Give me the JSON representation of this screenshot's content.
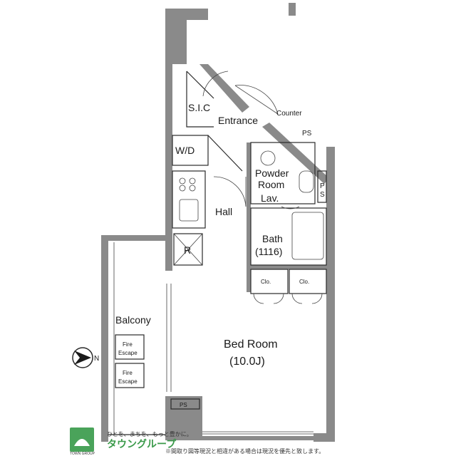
{
  "rooms": {
    "sic": "S.I.C",
    "entrance": "Entrance",
    "counter": "Counter",
    "ps_top": "PS",
    "wd": "W/D",
    "powder_room_1": "Powder",
    "powder_room_2": "Room",
    "lav": "Lav.",
    "ps_side": "P",
    "ps_side2": "S",
    "hall": "Hall",
    "refrigerator": "R",
    "bath": "Bath",
    "bath_size": "(1116)",
    "closet_1": "Clo.",
    "closet_2": "Clo.",
    "balcony": "Balcony",
    "fire_escape_1a": "Fire",
    "fire_escape_1b": "Escape",
    "fire_escape_2a": "Fire",
    "fire_escape_2b": "Escape",
    "bedroom": "Bed Room",
    "bedroom_size": "(10.0J)",
    "ps_bottom": "PS"
  },
  "compass": {
    "north_label": "N"
  },
  "footer": {
    "tagline": "ひとを、まちを、もっと豊かに。",
    "brand": "タウングループ",
    "brand_sub": "TOWN GROUP",
    "notice": "※間取り図等現況と相違がある場合は現況を優先と致します。"
  }
}
